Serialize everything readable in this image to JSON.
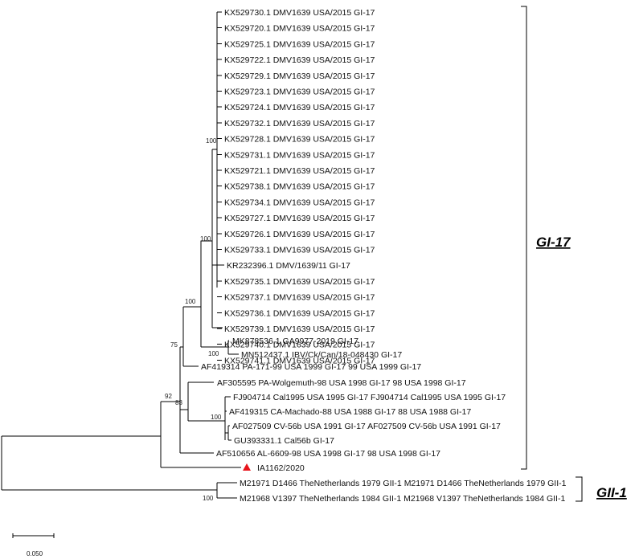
{
  "tree": {
    "gi17_taxa": [
      "KX529730.1 DMV1639 USA/2015 GI-17",
      "KX529720.1 DMV1639 USA/2015 GI-17",
      "KX529725.1 DMV1639 USA/2015 GI-17",
      "KX529722.1 DMV1639 USA/2015 GI-17",
      "KX529729.1 DMV1639 USA/2015 GI-17",
      "KX529723.1 DMV1639 USA/2015 GI-17",
      "KX529724.1 DMV1639 USA/2015 GI-17",
      "KX529732.1 DMV1639 USA/2015 GI-17",
      "KX529728.1 DMV1639 USA/2015 GI-17",
      "KX529731.1 DMV1639 USA/2015 GI-17",
      "KX529721.1 DMV1639 USA/2015 GI-17",
      "KX529738.1 DMV1639 USA/2015 GI-17",
      "KX529734.1 DMV1639 USA/2015 GI-17",
      "KX529727.1 DMV1639 USA/2015 GI-17",
      "KX529726.1 DMV1639 USA/2015 GI-17",
      "KX529733.1 DMV1639 USA/2015 GI-17",
      "KR232396.1 DMV/1639/11 GI-17",
      "KX529735.1 DMV1639 USA/2015 GI-17",
      "KX529737.1 DMV1639 USA/2015 GI-17",
      "KX529736.1 DMV1639 USA/2015 GI-17",
      "KX529739.1 DMV1639 USA/2015 GI-17",
      "KX529740.1 DMV1639 USA/2015 GI-17",
      "KX529741.1 DMV1639 USA/2015 GI-17"
    ],
    "mk_taxon": "MK878536.1 GA9977-2019 GI-17",
    "mn_taxon": "MN512437.1 IBV/Ck/Can/18-048430 GI-17",
    "af419314_taxon": "AF419314 PA-171-99 USA 1999 GI-17 99 USA 1999 GI-17",
    "af305595_taxon": "AF305595 PA-Wolgemuth-98 USA 1998 GI-17 98 USA 1998 GI-17",
    "fj904714_taxon": "FJ904714 Cal1995 USA 1995 GI-17 FJ904714 Cal1995 USA 1995 GI-17",
    "af419315_taxon": "AF419315 CA-Machado-88 USA 1988 GI-17 88 USA 1988 GI-17",
    "af027509_taxon": "AF027509 CV-56b USA 1991 GI-17 AF027509 CV-56b USA 1991 GI-17",
    "gu393331_taxon": "GU393331.1 Cal56b GI-17",
    "af510656_taxon": "AF510656 AL-6609-98 USA 1998 GI-17 98 USA 1998 GI-17",
    "ia_taxon": "IA1162/2020",
    "m21971_taxon": "M21971 D1466 TheNetherlands 1979 GII-1 M21971 D1466 TheNetherlands 1979 GII-1",
    "m21968_taxon": "M21968 V1397 TheNetherlands 1984 GII-1 M21968 V1397 TheNetherlands 1984 GII-1",
    "bootstrap": {
      "dmv2015_clade": "100",
      "dmv_all_clade": "100",
      "dmv_mk_mn_clade": "100",
      "mk_mn_pair": "100",
      "with_af419314": "75",
      "cal_group": "83",
      "cv56b_pair": "100",
      "gi17_clade": "92",
      "gii1_clade": "100"
    },
    "clade_labels": {
      "gi17": "GI-17",
      "gii1": "GII-1"
    },
    "scale_bar_label": "0.050",
    "marker_color": "#e8141b"
  }
}
